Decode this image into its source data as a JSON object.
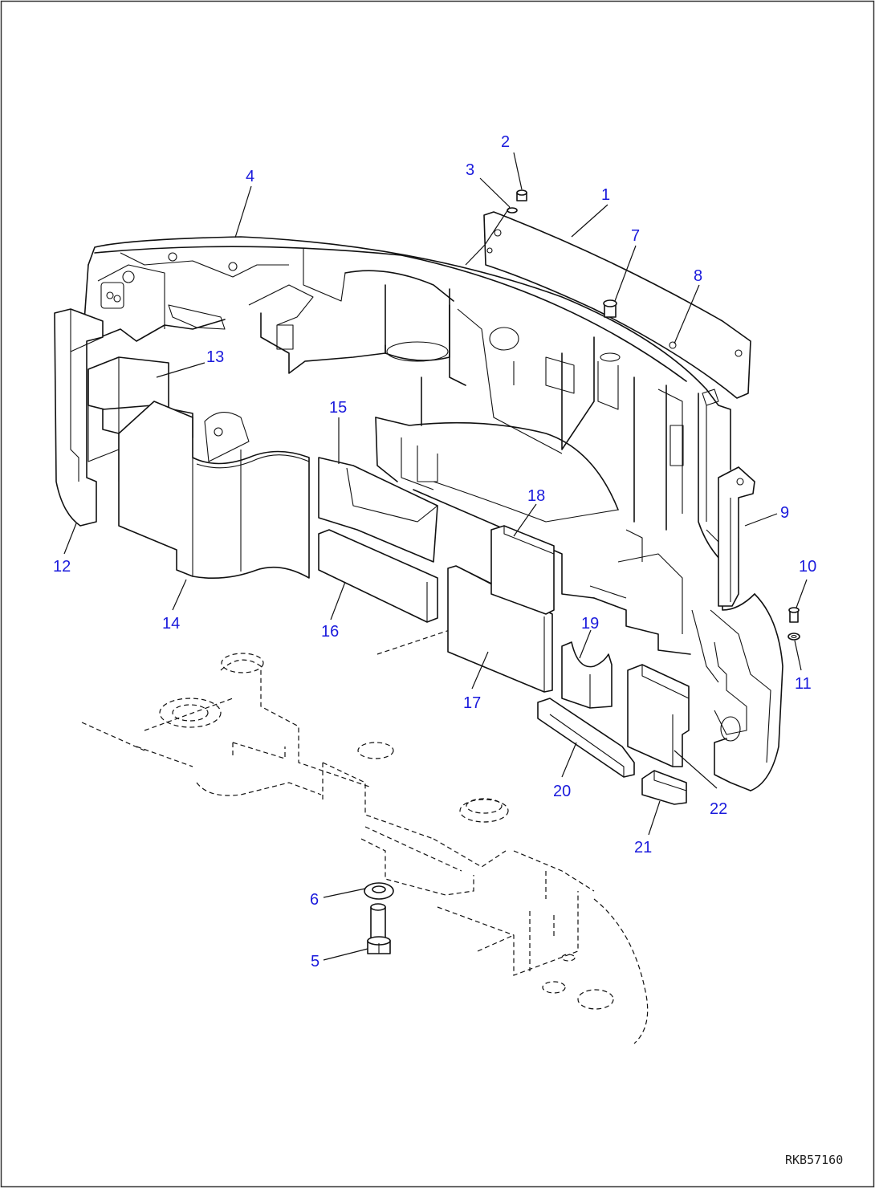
{
  "drawing_ref": "RKB57160",
  "callouts": {
    "c1": "1",
    "c2": "2",
    "c3": "3",
    "c4": "4",
    "c5": "5",
    "c6": "6",
    "c7": "7",
    "c8": "8",
    "c9": "9",
    "c10": "10",
    "c11": "11",
    "c12": "12",
    "c13": "13",
    "c14": "14",
    "c15": "15",
    "c16": "16",
    "c17": "17",
    "c18": "18",
    "c19": "19",
    "c20": "20",
    "c21": "21",
    "c22": "22"
  },
  "colors": {
    "callout": "#1a1adc",
    "line": "#111111",
    "border": "#333333"
  }
}
